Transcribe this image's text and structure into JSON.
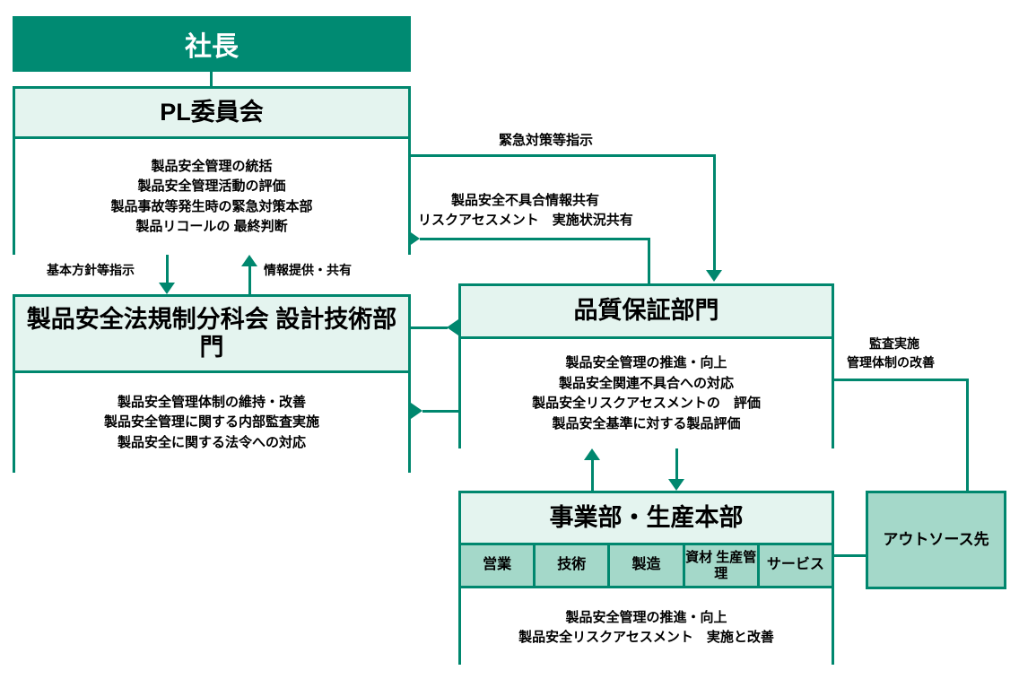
{
  "theme": {
    "dark_green": "#008A72",
    "border_green": "#00876E",
    "light_mint": "#E4F4EF",
    "teal": "#A4D8C9",
    "text": "#000000",
    "page_bg": "#ffffff"
  },
  "nodes": {
    "president": {
      "title": "社長"
    },
    "pl_committee": {
      "title": "PL委員会",
      "duties": [
        "製品安全管理の統括",
        "製品安全管理活動の評価",
        "製品事故等発生時の緊急対策本部",
        "製品リコールの 最終判断"
      ]
    },
    "legal_subcommittee": {
      "title_line1": "製品安全法規制分科会",
      "title_line2": "設計技術部門",
      "duties": [
        "製品安全管理体制の維持・改善",
        "製品安全管理に関する内部監査実施",
        "製品安全に関する法令への対応"
      ]
    },
    "quality_assurance": {
      "title": "品質保証部門",
      "duties": [
        "製品安全管理の推進・向上",
        "製品安全関連不具合への対応",
        "製品安全リスクアセスメントの　評価",
        "製品安全基準に対する製品評価"
      ]
    },
    "business_production": {
      "title": "事業部・生産本部",
      "departments": [
        "営業",
        "技術",
        "製造",
        "資材\n生産管理",
        "サービス"
      ],
      "dept_materials_line1": "資材",
      "dept_materials_line2": "生産管理",
      "duties": [
        "製品安全管理の推進・向上",
        "製品安全リスクアセスメント　実施と改善"
      ]
    },
    "outsource": {
      "title": "アウトソース先"
    }
  },
  "edge_labels": {
    "emergency_instruction": "緊急対策等指示",
    "defect_share_line1": "製品安全不具合情報共有",
    "defect_share_line2": "リスクアセスメント　実施状況共有",
    "basic_policy": "基本方針等指示",
    "info_provision": "情報提供・共有",
    "audit_line1": "監査実施",
    "audit_line2": "管理体制の改善"
  }
}
